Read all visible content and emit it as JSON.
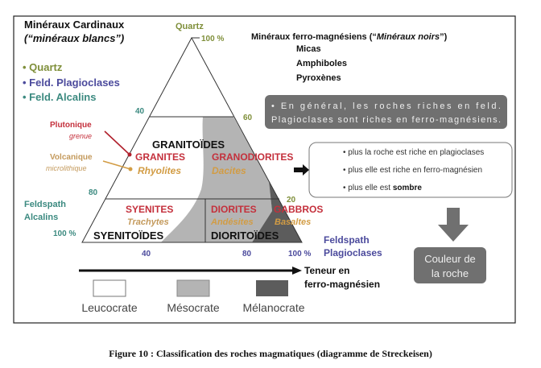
{
  "left_header": {
    "title": "Minéraux Cardinaux",
    "subtitle": "(“minéraux blancs”)"
  },
  "minerals": [
    {
      "label": "• Quartz",
      "color": "#7f8f3a"
    },
    {
      "label": "• Feld. Plagioclases",
      "color": "#4b4a9c"
    },
    {
      "label": "• Feld. Alcalins",
      "color": "#3c8a80"
    }
  ],
  "apex": {
    "label": "Quartz",
    "pct": "100 %"
  },
  "left_corner": {
    "line1": "Feldspath",
    "line2": "Alcalins",
    "pct": "100 %"
  },
  "right_corner": {
    "line1": "Feldspath",
    "line2": "Plagioclases",
    "pct": "100 %"
  },
  "ticks": {
    "q40": "40",
    "q60": "60",
    "q80": "80",
    "q20": "20",
    "b40": "40",
    "b80": "80"
  },
  "types": {
    "plutonique": "Plutonique",
    "grenue": "grenue",
    "volcanique": "Volcanique",
    "microlithique": "microlithique"
  },
  "regions": {
    "granitoides": "GRANITOÏDES",
    "granites": "GRANITES",
    "rhyolites": "Rhyolites",
    "granodiorites": "GRANODIORITES",
    "dacites": "Dacites",
    "syenites": "SYENITES",
    "trachytes": "Trachytes",
    "syenitoides": "SYENITOÏDES",
    "diorites": "DIORITES",
    "andesites": "Andésites",
    "dioritoides": "DIORITOÏDES",
    "gabbros": "GABBROS",
    "basaltes": "Basaltes"
  },
  "right_header": {
    "prefix": "Minéraux ferro-magnésiens (“",
    "italic": "Minéraux noirs",
    "suffix": "”)",
    "items": [
      "Micas",
      "Amphiboles",
      "Pyroxènes"
    ]
  },
  "note": {
    "line1": "• En général, les roches riches en feld.",
    "line2": "Plagioclases sont riches en ferro-magnésiens."
  },
  "rules": {
    "line1": "• plus la roche est riche en plagioclases",
    "line2": "• plus elle est riche en ferro-magnésien",
    "line3_prefix": "• plus elle est ",
    "line3_bold": "sombre"
  },
  "result": {
    "line1": "Couleur de",
    "line2": "la roche"
  },
  "axis": {
    "line1": "Teneur en",
    "line2": "ferro-magnésien"
  },
  "legend": [
    {
      "label": "Leucocrate",
      "color": "#ffffff"
    },
    {
      "label": "Mésocrate",
      "color": "#b4b4b4"
    },
    {
      "label": "Mélanocrate",
      "color": "#5c5c5c"
    }
  ],
  "colors": {
    "red": "#c4303c",
    "orange": "#d29c44",
    "gray_box": "#707070"
  },
  "caption": "Figure 10 : Classification des roches magmatiques (diagramme de Streckeisen)"
}
